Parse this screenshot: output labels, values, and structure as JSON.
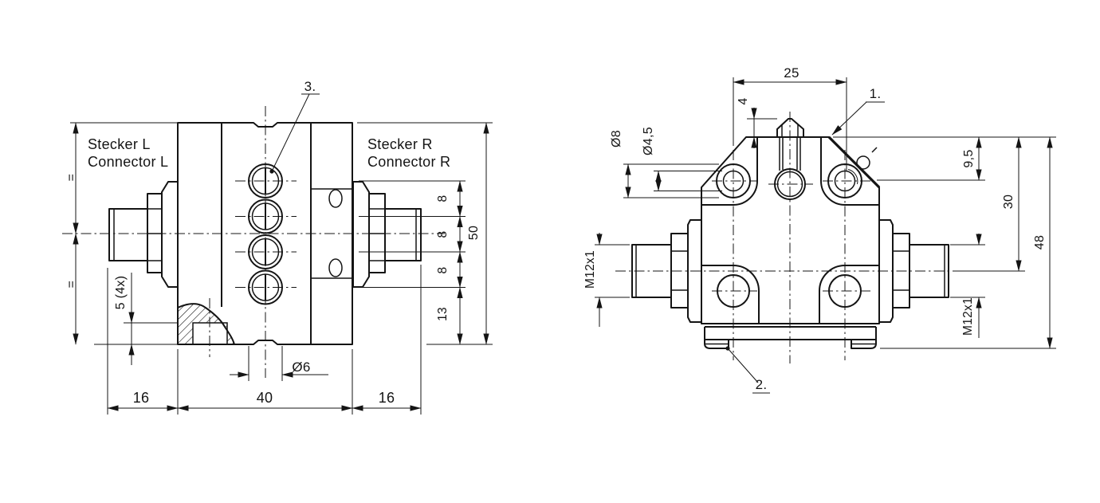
{
  "drawing": {
    "style": {
      "line_color": "#141414",
      "background": "#ffffff"
    },
    "left_view": {
      "connector_left_line1": "Stecker L",
      "connector_left_line2": "Connector L",
      "connector_right_line1": "Stecker R",
      "connector_right_line2": "Connector R",
      "callout_3": "3.",
      "dim_total_height": "50",
      "dim_port_spacing": [
        "8",
        "8",
        "8"
      ],
      "dim_bottom_offset": "13",
      "dim_depth": "5 (4x)",
      "dim_port_diameter": "Ø6",
      "dim_width_left": "16",
      "dim_width_center": "40",
      "dim_width_right": "16",
      "symmetry_mark_top": "=",
      "symmetry_mark_bottom": "="
    },
    "front_view": {
      "dim_hole_spacing": "25",
      "dim_pin_height": "4",
      "dim_counterbore_diameter": "Ø8",
      "dim_hole_diameter": "Ø4,5",
      "dim_top_hole_offset": "9,5",
      "dim_axis_offset": "30",
      "dim_total_height": "48",
      "dim_thread_left": "M12x1",
      "dim_thread_right": "M12x1",
      "callout_1": "1.",
      "callout_2": "2."
    }
  }
}
